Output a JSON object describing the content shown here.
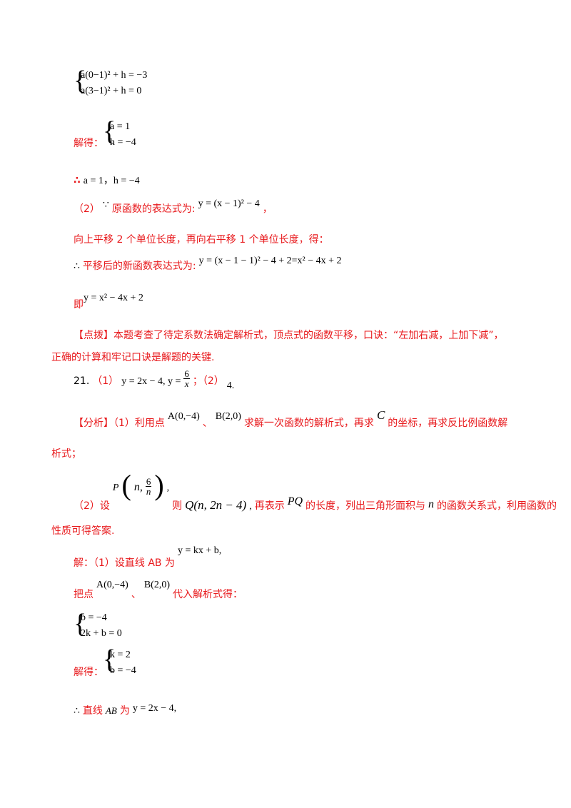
{
  "sys1": {
    "row1": "a(0−1)² + h = −3",
    "row2": "a(3−1)² + h = 0"
  },
  "solve1": {
    "label": "解得：",
    "row1": "a = 1",
    "row2": "h = −4"
  },
  "conclusion1": {
    "symbol": "∴",
    "math": "a = 1，h = −4"
  },
  "part2": {
    "prefix": "（2）",
    "because": "∵",
    "text": "原函数的表达式为:",
    "math": "y = (x − 1)² − 4",
    "suffix": "，"
  },
  "shift_text": "向上平移 2 个单位长度，再向右平移 1 个单位长度，得：",
  "new_func": {
    "symbol": "∴",
    "text": "平移后的新函数表达式为:",
    "math": "y = (x − 1 − 1)² − 4 + 2=x² − 4x + 2"
  },
  "ji": {
    "label": "即",
    "math": "y = x² − 4x + 2"
  },
  "dianbo": {
    "line1": "【点拨】本题考查了待定系数法确定解析式，顶点式的函数平移，口诀：“左加右减，上加下减”，",
    "line2": "正确的计算和牢记口诀是解题的关键."
  },
  "q21": {
    "num": "21.",
    "p1": "（1）",
    "math1": "y = 2x − 4, y =",
    "frac_num": "6",
    "frac_den": "x",
    "sep": "；（2）",
    "ans2": "4."
  },
  "fenxi": {
    "label": "【分析】（1）利用点",
    "A": "A(0,−4)",
    "dun": "、",
    "B": "B(2,0)",
    "mid": "求解一次函数的解析式，再求",
    "C": "C",
    "rest": "的坐标，再求反比例函数解",
    "line2": "析式；"
  },
  "fenxi2": {
    "prefix": "（2）设",
    "P": "P",
    "Pn": "n,",
    "frac_num": "6",
    "frac_den": "n",
    "comma": ",",
    "ze": "则",
    "Q": "Q(n, 2n − 4)",
    "comma2": ",",
    "text1": "再表示",
    "PQ": "PQ",
    "text2": "的长度，列出三角形面积与",
    "n": "n",
    "text3": "的函数关系式，利用函数的",
    "line2": "性质可得答案."
  },
  "jie": {
    "text": "解：（1）设直线 AB 为",
    "math": "y = kx + b,"
  },
  "badian": {
    "text1": "把点",
    "A": "A(0,−4)",
    "dun": "、",
    "B": "B(2,0)",
    "text2": "代入解析式得："
  },
  "sys2": {
    "row1": "b = −4",
    "row2": "2k + b = 0"
  },
  "solve2": {
    "label": "解得：",
    "row1": "k = 2",
    "row2": "b = −4"
  },
  "conclusion2": {
    "symbol": "∴",
    "text1": "直线",
    "AB": "AB",
    "text2": "为",
    "math": "y = 2x − 4,"
  }
}
